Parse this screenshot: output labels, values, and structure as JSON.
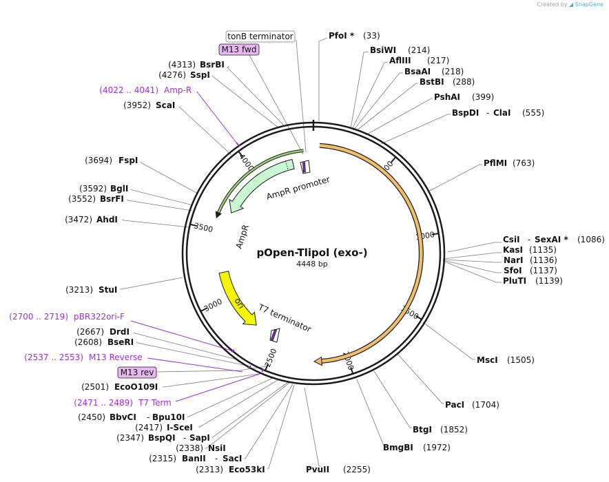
{
  "credit": {
    "prefix": "Created by",
    "brand": "SnapGene"
  },
  "plasmid": {
    "name": "pOpen-Tlipol (exo-)",
    "size_label": "4448 bp",
    "length": 4448
  },
  "colors": {
    "ori": "#f5f500",
    "ampr": "#c9f7d2",
    "orf": "#f2be6a",
    "primer": "#9b2fd8",
    "box_fill": "#e8b8f3"
  },
  "ticks": [
    "500",
    "1000",
    "1500",
    "2000",
    "2500",
    "3000",
    "3500",
    "4000"
  ],
  "features": {
    "ampr": "AmpR",
    "ampr_promoter": "AmpR promoter",
    "ori": "ori",
    "t7_terminator": "T7 terminator"
  },
  "boxes": {
    "tonb": "tonB terminator",
    "m13fwd": "M13 fwd",
    "m13rev": "M13 rev"
  },
  "primers": [
    {
      "range": "(4022 .. 4041)",
      "name": "Amp-R"
    },
    {
      "range": "(2700 .. 2719)",
      "name": "pBR322ori-F"
    },
    {
      "range": "(2537 .. 2553)",
      "name": "M13 Reverse"
    },
    {
      "range": "(2471 .. 2489)",
      "name": "T7 Term"
    }
  ],
  "sites_right": [
    {
      "name": "PfoI *",
      "pos": "(33)"
    },
    {
      "name": "BsiWI",
      "pos": "(214)"
    },
    {
      "name": "AflIII",
      "pos": "(217)"
    },
    {
      "name": "BsaAI",
      "pos": "(218)"
    },
    {
      "name": "BstBI",
      "pos": "(288)"
    },
    {
      "name": "PshAI",
      "pos": "(399)"
    },
    {
      "name": "BspDI",
      "name2": "ClaI",
      "pos": "(555)"
    },
    {
      "name": "PflMI",
      "pos": "(763)"
    },
    {
      "name": "CsiI",
      "name2": "SexAI *",
      "pos": "(1086)"
    },
    {
      "name": "KasI",
      "pos": "(1135)"
    },
    {
      "name": "NarI",
      "pos": "(1136)"
    },
    {
      "name": "SfoI",
      "pos": "(1137)"
    },
    {
      "name": "PluTI",
      "pos": "(1139)"
    },
    {
      "name": "MscI",
      "pos": "(1505)"
    },
    {
      "name": "PacI",
      "pos": "(1704)"
    },
    {
      "name": "BtgI",
      "pos": "(1852)"
    },
    {
      "name": "BmgBI",
      "pos": "(1972)"
    },
    {
      "name": "PvuII",
      "pos": "(2255)"
    }
  ],
  "sites_left": [
    {
      "pos": "(4313)",
      "name": "BsrBI"
    },
    {
      "pos": "(4276)",
      "name": "SspI"
    },
    {
      "pos": "(3952)",
      "name": "ScaI"
    },
    {
      "pos": "(3694)",
      "name": "FspI"
    },
    {
      "pos": "(3592)",
      "name": "BglI"
    },
    {
      "pos": "(3552)",
      "name": "BsrFI"
    },
    {
      "pos": "(3472)",
      "name": "AhdI"
    },
    {
      "pos": "(3213)",
      "name": "StuI"
    },
    {
      "pos": "(2667)",
      "name": "DrdI"
    },
    {
      "pos": "(2608)",
      "name": "BseRI"
    },
    {
      "pos": "(2501)",
      "name": "EcoO109I"
    },
    {
      "pos": "(2450)",
      "name": "BbvCI",
      "name2": "Bpu10I"
    },
    {
      "pos": "(2417)",
      "name": "I-SceI"
    },
    {
      "pos": "(2347)",
      "name": "BspQI",
      "name2": "SapI"
    },
    {
      "pos": "(2338)",
      "name": "NsiI"
    },
    {
      "pos": "(2315)",
      "name": "BanII",
      "name2": "SacI"
    },
    {
      "pos": "(2313)",
      "name": "Eco53kI"
    }
  ]
}
